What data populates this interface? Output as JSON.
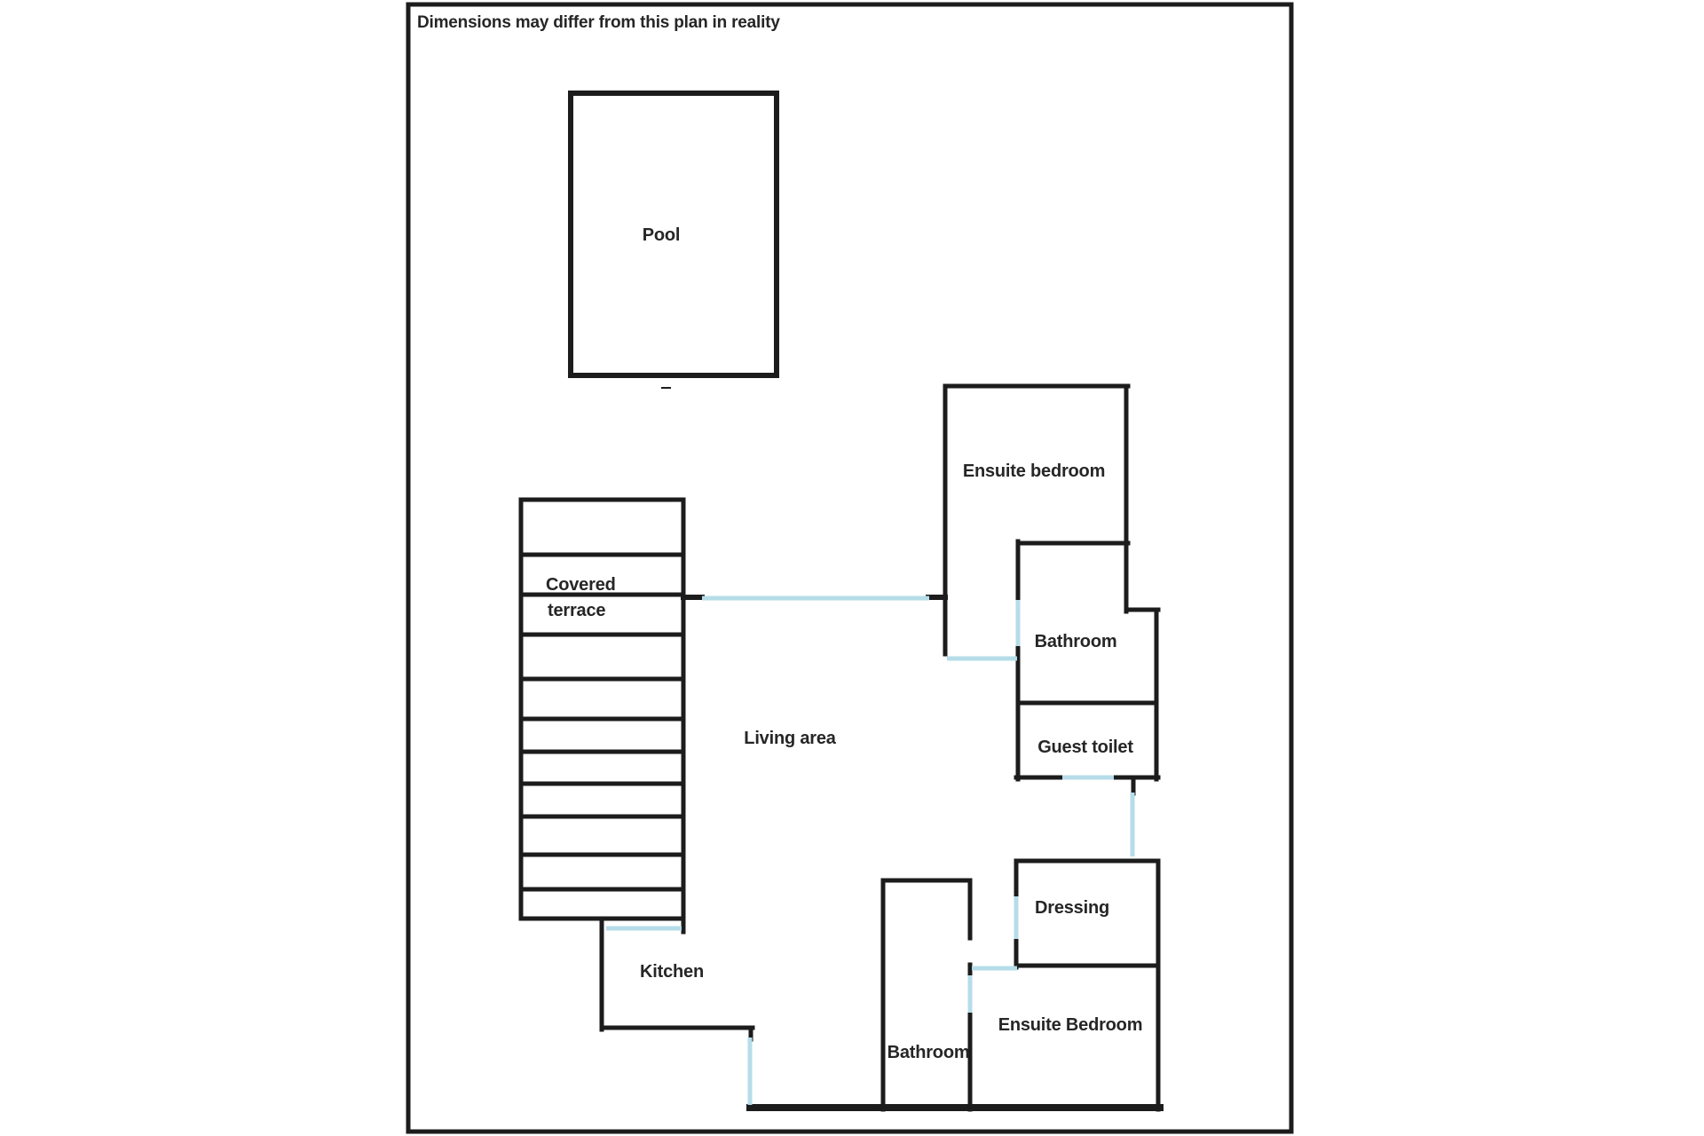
{
  "disclaimer": "Dimensions may differ from this plan in reality",
  "colors": {
    "wall": "#1c1c1c",
    "opening": "#b5dde9",
    "text": "#262626",
    "background": "#ffffff"
  },
  "rooms": {
    "pool": {
      "label": "Pool"
    },
    "covered_terrace": {
      "line1": "Covered",
      "line2": "terrace"
    },
    "ensuite_bedroom_top": {
      "label": "Ensuite bedroom"
    },
    "bathroom_top": {
      "label": "Bathroom"
    },
    "guest_toilet": {
      "label": "Guest toilet"
    },
    "living_area": {
      "label": "Living area"
    },
    "dressing": {
      "label": "Dressing"
    },
    "kitchen": {
      "label": "Kitchen"
    },
    "bathroom_bottom": {
      "label": "Bathroom"
    },
    "ensuite_bedroom_bottom": {
      "label": "Ensuite Bedroom"
    }
  }
}
